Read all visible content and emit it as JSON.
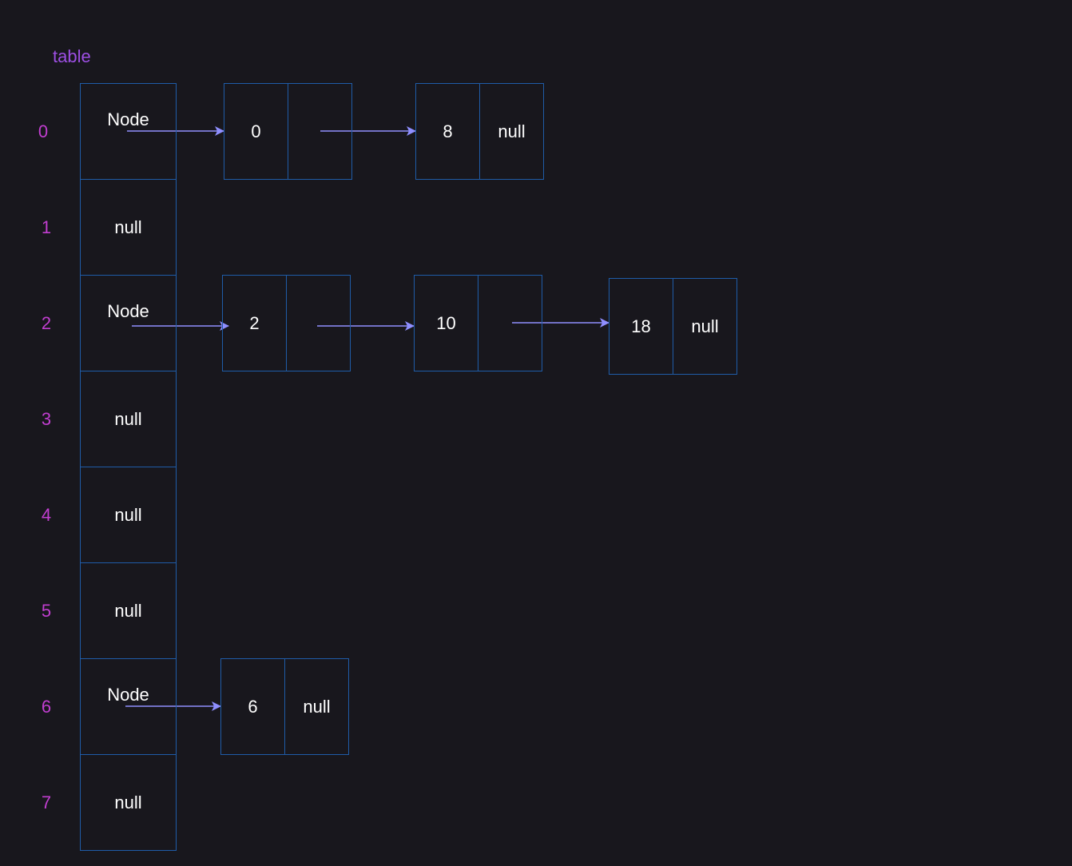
{
  "table": {
    "title": "table",
    "slots": [
      {
        "index": "0",
        "value": "Node"
      },
      {
        "index": "1",
        "value": "null"
      },
      {
        "index": "2",
        "value": "Node"
      },
      {
        "index": "3",
        "value": "null"
      },
      {
        "index": "4",
        "value": "null"
      },
      {
        "index": "5",
        "value": "null"
      },
      {
        "index": "6",
        "value": "Node"
      },
      {
        "index": "7",
        "value": "null"
      }
    ]
  },
  "chains": {
    "bucket0": [
      {
        "key": "0",
        "next": ""
      },
      {
        "key": "8",
        "next": "null"
      }
    ],
    "bucket2": [
      {
        "key": "2",
        "next": ""
      },
      {
        "key": "10",
        "next": ""
      },
      {
        "key": "18",
        "next": "null"
      }
    ],
    "bucket6": [
      {
        "key": "6",
        "next": "null"
      }
    ]
  },
  "colors": {
    "background": "#18171d",
    "border": "#1f5ca8",
    "index_label": "#c13ed0",
    "title_label": "#9d4fe3",
    "arrow": "#8f8fff",
    "text": "#ffffff"
  }
}
